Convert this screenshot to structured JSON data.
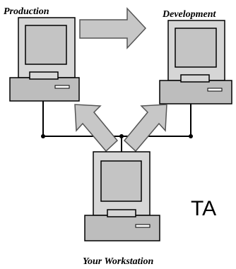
{
  "labels": {
    "production": "Production",
    "development": "Development",
    "workstation": "Your Workstation",
    "side_text": "TA"
  },
  "colors": {
    "computer_fill": "#bdbdbd",
    "arrow_fill": "#c7c7c7",
    "line": "#000000",
    "background": "#ffffff"
  },
  "icons": [
    "computer-icon",
    "arrow-right-icon",
    "arrow-up-left-icon",
    "arrow-up-right-icon"
  ]
}
